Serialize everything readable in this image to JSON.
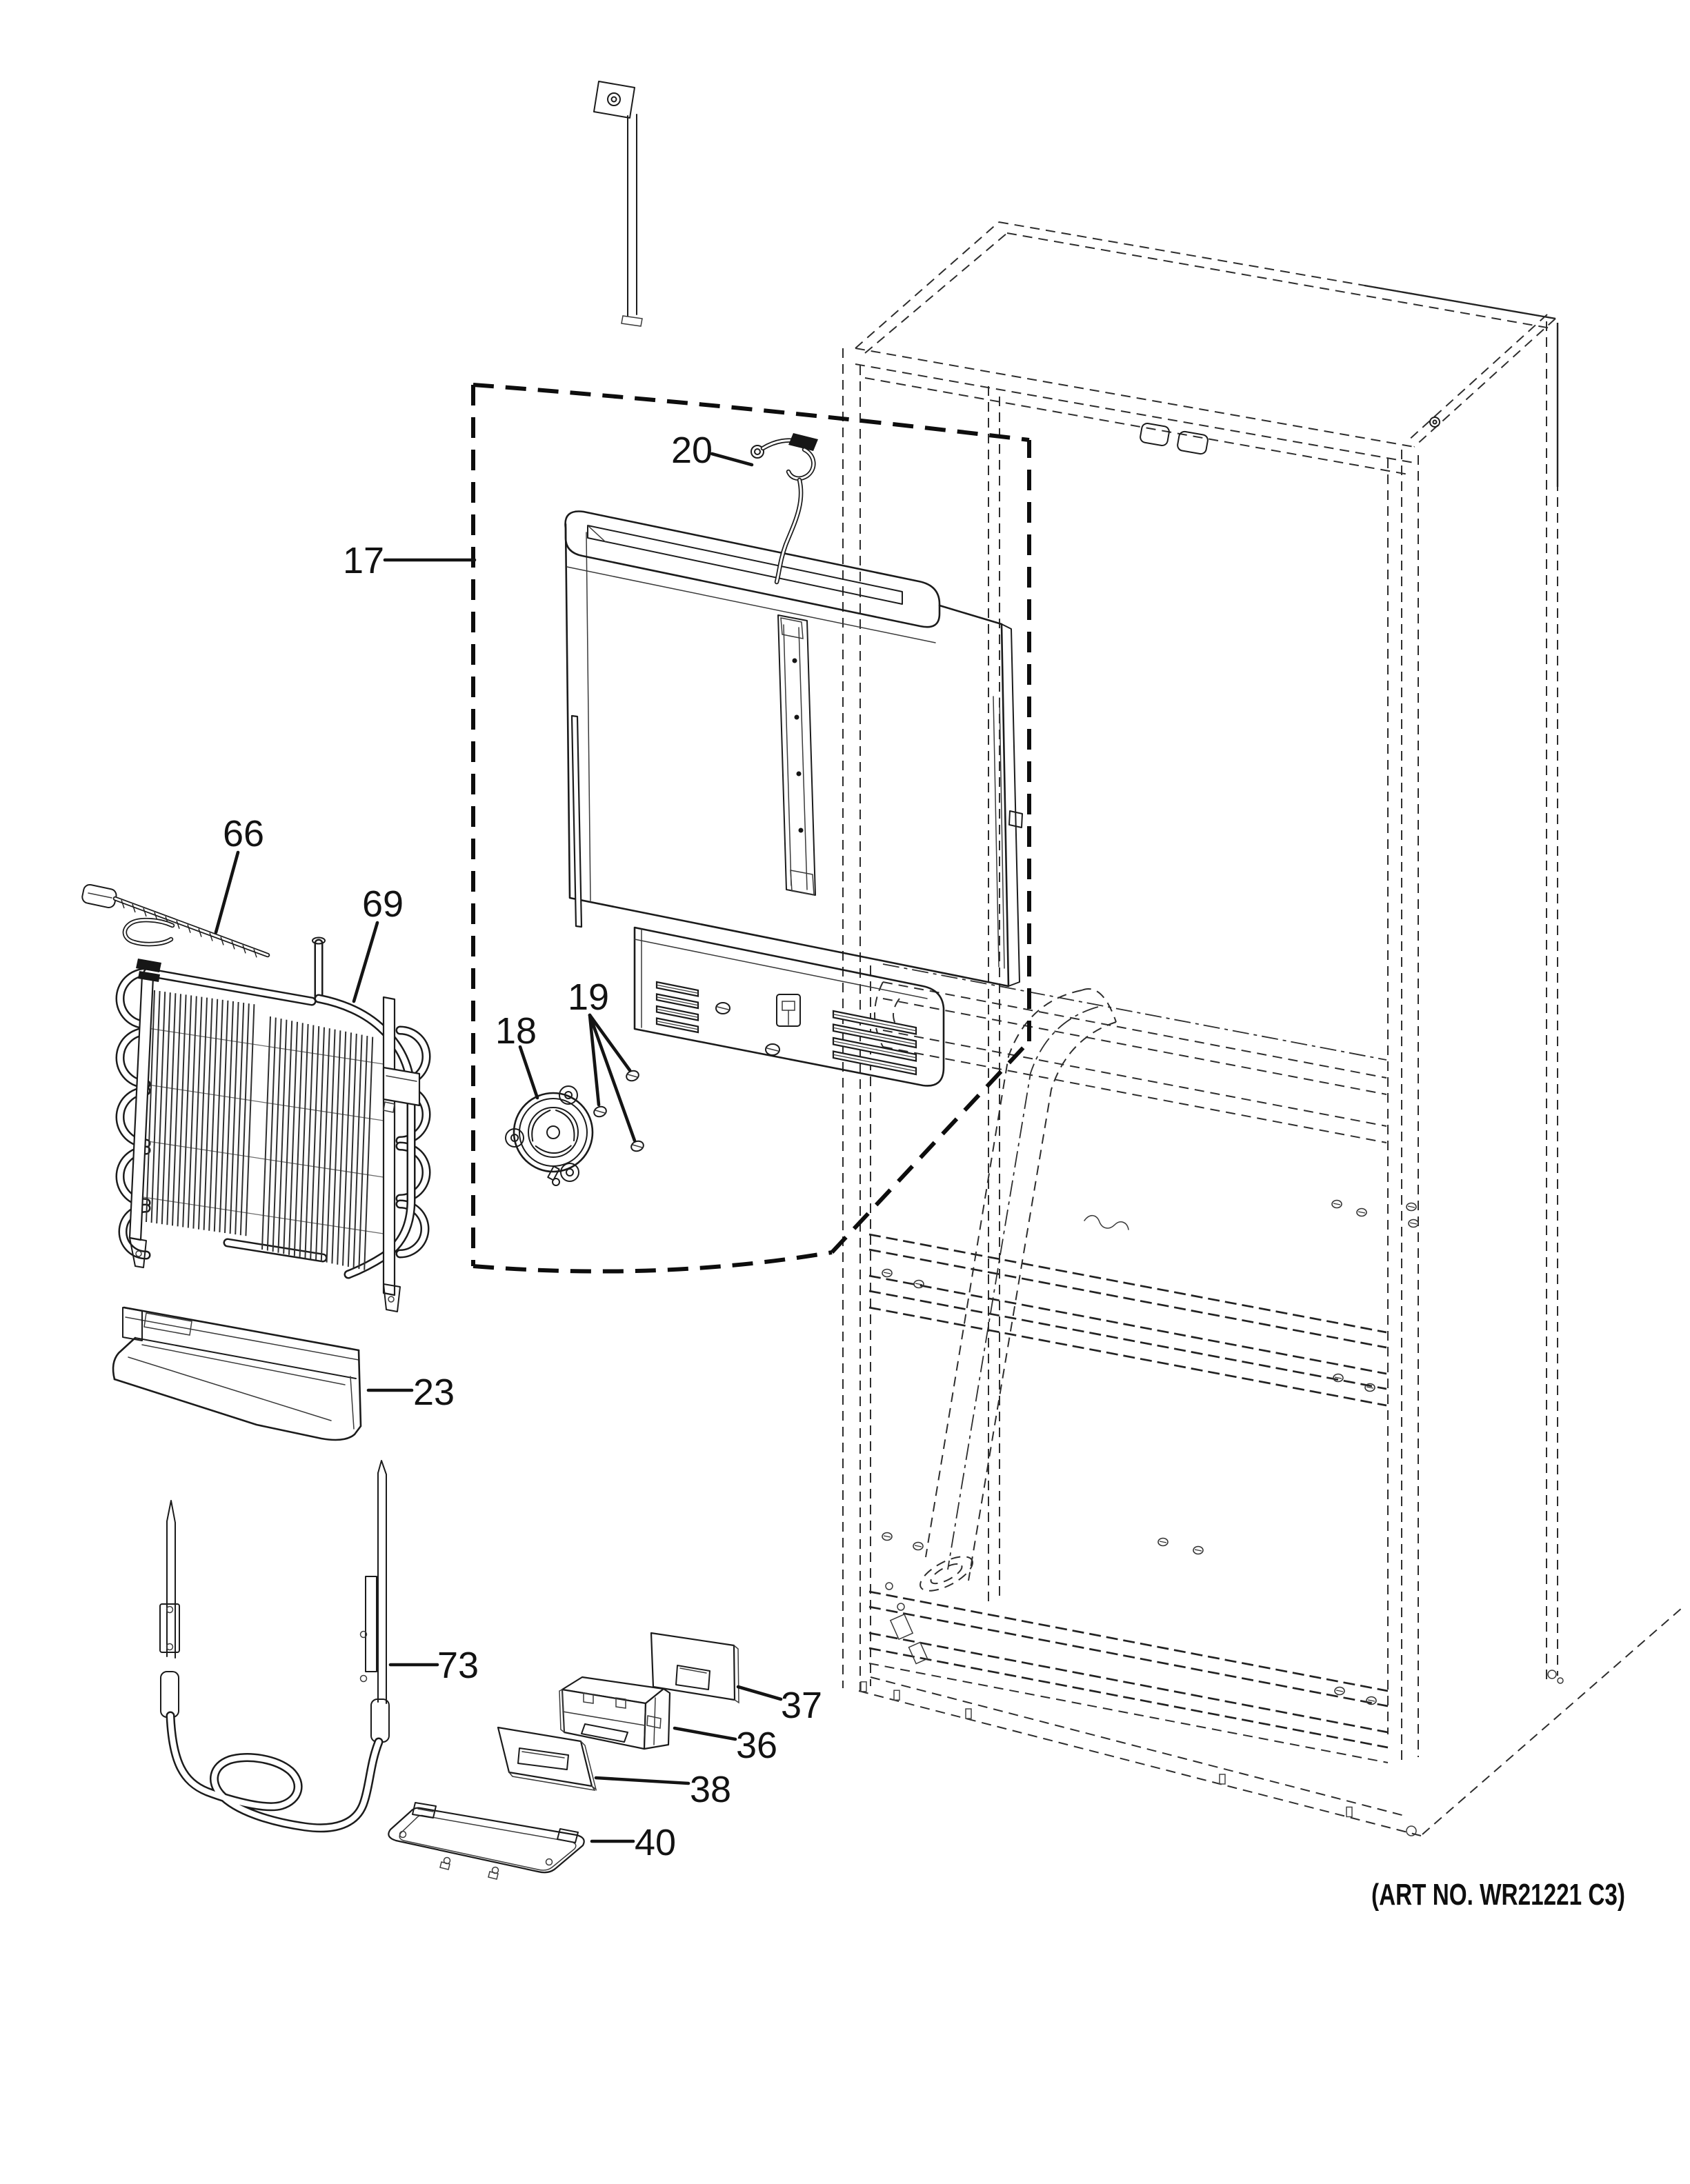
{
  "diagram": {
    "art_number": "(ART NO. WR21221 C3)",
    "part_labels": {
      "p17": "17",
      "p18": "18",
      "p19": "19",
      "p20": "20",
      "p23": "23",
      "p36": "36",
      "p37": "37",
      "p38": "38",
      "p40": "40",
      "p66": "66",
      "p69": "69",
      "p73": "73"
    }
  }
}
